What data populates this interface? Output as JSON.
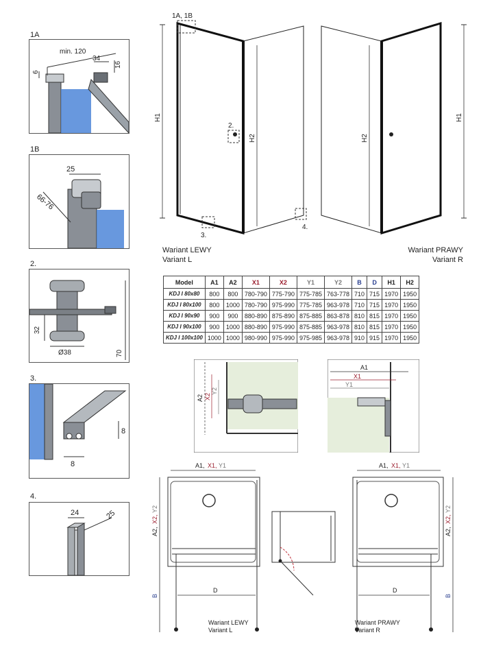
{
  "details": [
    {
      "label": "1A",
      "dims": {
        "min": "min. 120",
        "a": "34",
        "b": "16",
        "c": "6"
      }
    },
    {
      "label": "1B",
      "dims": {
        "a": "25",
        "b": "66-76"
      }
    },
    {
      "label": "2.",
      "dims": {
        "a": "32",
        "b": "Ø38",
        "c": "70"
      }
    },
    {
      "label": "3.",
      "dims": {
        "a": "8",
        "b": "8"
      }
    },
    {
      "label": "4.",
      "dims": {
        "a": "24",
        "b": "25"
      }
    }
  ],
  "elevation": {
    "callouts": {
      "c1": "1A, 1B",
      "c2": "2.",
      "c3": "3.",
      "c4": "4."
    },
    "dims": {
      "h1": "H1",
      "h2": "H2"
    },
    "left_label": [
      "Wariant LEWY",
      "Variant L"
    ],
    "right_label": [
      "Wariant PRAWY",
      "Variant R"
    ]
  },
  "table": {
    "headers": [
      "Model",
      "A1",
      "A2",
      "X1",
      "X2",
      "Y1",
      "Y2",
      "B",
      "D",
      "H1",
      "H2"
    ],
    "header_colors": [
      "#222",
      "#222",
      "#222",
      "#9a1c2c",
      "#9a1c2c",
      "#777",
      "#777",
      "#2a3f8f",
      "#2a3f8f",
      "#222",
      "#222"
    ],
    "rows": [
      [
        "KDJ I 80x80",
        "800",
        "800",
        "780-790",
        "775-790",
        "775-785",
        "763-778",
        "710",
        "715",
        "1970",
        "1950"
      ],
      [
        "KDJ I 80x100",
        "800",
        "1000",
        "780-790",
        "975-990",
        "775-785",
        "963-978",
        "710",
        "715",
        "1970",
        "1950"
      ],
      [
        "KDJ I 90x90",
        "900",
        "900",
        "880-890",
        "875-890",
        "875-885",
        "863-878",
        "810",
        "815",
        "1970",
        "1950"
      ],
      [
        "KDJ I 90x100",
        "900",
        "1000",
        "880-890",
        "975-990",
        "875-885",
        "963-978",
        "810",
        "815",
        "1970",
        "1950"
      ],
      [
        "KDJ I 100x100",
        "1000",
        "1000",
        "980-990",
        "975-990",
        "975-985",
        "963-978",
        "910",
        "915",
        "1970",
        "1950"
      ]
    ]
  },
  "section_dims": {
    "left": {
      "a2": "A2",
      "x2": "X2",
      "y2": "Y2"
    },
    "right": {
      "a1": "A1",
      "x1": "X1",
      "y1": "Y1"
    }
  },
  "plan": {
    "top_label": {
      "a1": "A1,",
      "x1": "X1,",
      "y1": "Y1"
    },
    "side_label": {
      "a2": "A2,",
      "x2": "X2,",
      "y2": "Y2"
    },
    "b": "B",
    "d": "D",
    "left_label": [
      "Wariant LEWY",
      "Variant L"
    ],
    "right_label": [
      "Wariant PRAWY",
      "Variant R"
    ]
  },
  "colors": {
    "x": "#9a1c2c",
    "y": "#777777",
    "b": "#2a3f8f",
    "glass": "#5b8fd6",
    "tray": "#e6eedc"
  }
}
